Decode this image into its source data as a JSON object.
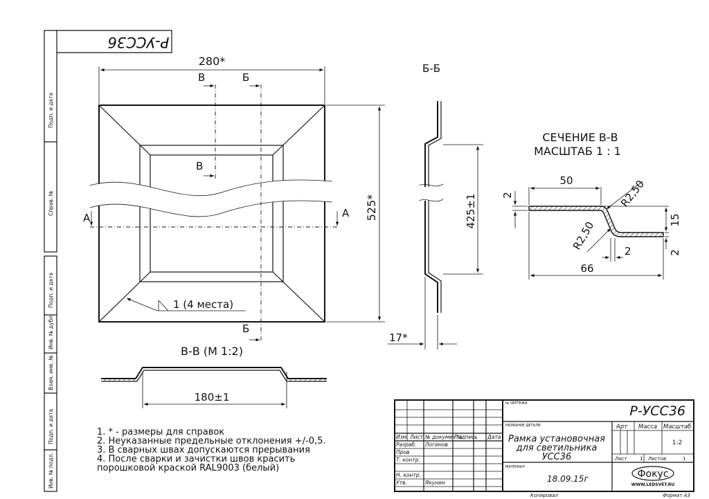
{
  "drawing": {
    "stamp_top": "Р-УСС36",
    "main_view": {
      "width_dim": "280*",
      "height_dim": "525*",
      "section_v": "В",
      "section_b": "Б",
      "section_a": "А",
      "weld_note": "1 (4 места)"
    },
    "section_bb": {
      "title": "Б-Б",
      "inner_dim": "425±1",
      "depth_dim": "17*"
    },
    "section_vv_main": {
      "title_line1": "СЕЧЕНИЕ В-В",
      "title_line2": "МАСШТАБ 1 : 1",
      "d_top": "50",
      "d_r_top": "R2,50",
      "d_r_bottom": "R2,50",
      "d_left_thk": "2",
      "d_height": "15",
      "d_right_thk": "2",
      "d_bottom_small": "2",
      "d_total": "66"
    },
    "section_vv_small": {
      "title": "В-В (М 1:2)",
      "dim": "180±1"
    },
    "notes": [
      "1.  * - размеры для справок",
      "2.  Неуказанные предельные отклонения +/-0,5.",
      "3.  В сварных швах допускаются прерывания",
      "4.  После сварки и зачистки швов красить",
      "     порошковой краской RAL9003 (белый)"
    ]
  },
  "side_labels": [
    "Подп. и дата",
    "Справ. №",
    "Подп. и дата",
    "Инв. № дубл.",
    "Взам. инв. №",
    "Подп. и дата",
    "Инв. № подл."
  ],
  "title_block": {
    "doc_no_label": "№ ЧЕРТЕЖА",
    "doc_no": "Р-УСС36",
    "name_label": "НАЗВАНИЕ ДЕТАЛИ",
    "name_line1": "Рамка установочная",
    "name_line2": "для светильника",
    "name_line3": "УСС36",
    "col_izm": "Изм.",
    "col_list": "Лист",
    "col_doc": "№ документа",
    "col_sign": "Подпись",
    "col_date": "Дата",
    "row_razrab": "Разраб.",
    "razrab_name": "Логинов",
    "row_prov": "Пров",
    "row_tkontr": "Т. контр.",
    "row_nkontr": "Н. контр.",
    "row_utv": "Утв.",
    "utv_name": "Якунин",
    "h_art": "Арт",
    "h_massa": "Масса",
    "h_masshtab": "Масштаб",
    "scale_value": "1:2",
    "list_label": "Лист",
    "list_value": "1",
    "listov_label": "Листов",
    "listov_value": "1",
    "material_label": "МАТЕРИАЛ",
    "logo_text": "Фокус",
    "logo_url": "WWW.LEDSVET.RU",
    "copied": "Копировал",
    "format": "Формат А3",
    "handwritten_date": "18.09.15г"
  }
}
